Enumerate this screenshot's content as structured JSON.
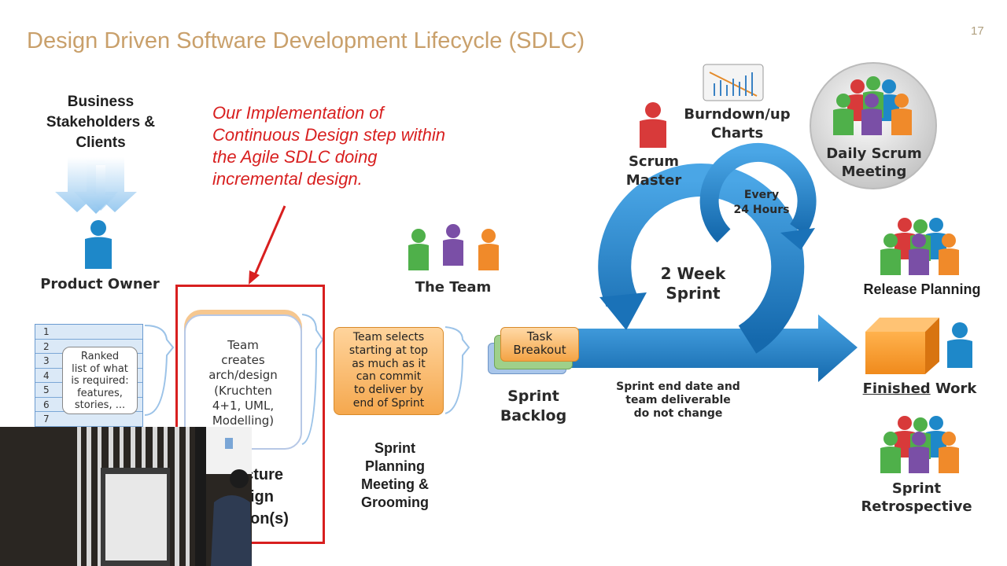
{
  "slide": {
    "title": "Design Driven Software Development Lifecycle (SDLC)",
    "page_number": "17"
  },
  "note": {
    "line1": "Our Implementation of",
    "line2": "Continuous Design step within",
    "line3": "the Agile SDLC doing",
    "line4": "incremental design."
  },
  "stakeholders": {
    "line1": "Business",
    "line2": "Stakeholders &",
    "line3": "Clients"
  },
  "product_owner": "Product Owner",
  "backlog": {
    "rows": [
      "1",
      "2",
      "3",
      "4",
      "5",
      "6",
      "7"
    ],
    "line1": "Ranked",
    "line2": "list of what",
    "line3": "is required:",
    "line4": "features,",
    "line5": "stories, ..."
  },
  "arch_card": {
    "line1": "Team",
    "line2": "creates",
    "line3": "arch/design",
    "line4": "(Kruchten",
    "line5": "4+1, UML,",
    "line6": "Modelling)"
  },
  "arch_label": {
    "line1": "ecture",
    "line2": "ign",
    "line3": "on(s)"
  },
  "team_selects": {
    "line1": "Team selects",
    "line2": "starting at top",
    "line3": "as much as it",
    "line4": "can commit",
    "line5": "to deliver by",
    "line6": "end of Sprint"
  },
  "the_team": "The Team",
  "sprint_planning": {
    "line1": "Sprint",
    "line2": "Planning",
    "line3": "Meeting &",
    "line4": "Grooming"
  },
  "task_breakout": {
    "line1": "Task",
    "line2": "Breakout"
  },
  "sprint_backlog": {
    "line1": "Sprint",
    "line2": "Backlog"
  },
  "sprint_end": {
    "line1": "Sprint end date and",
    "line2": "team deliverable",
    "line3": "do not change"
  },
  "scrum_master": {
    "line1": "Scrum",
    "line2": "Master"
  },
  "burndown": {
    "line1": "Burndown/up",
    "line2": "Charts"
  },
  "every24": {
    "line1": "Every",
    "line2": "24 Hours"
  },
  "sprint_cycle": {
    "line1": "2 Week",
    "line2": "Sprint"
  },
  "daily_scrum": {
    "line1": "Daily Scrum",
    "line2": "Meeting"
  },
  "release_planning": "Release Planning",
  "finished_work": {
    "word1": "Finished",
    "word2": "Work"
  },
  "retrospective": {
    "line1": "Sprint",
    "line2": "Retrospective"
  },
  "colors": {
    "title": "#c9a06b",
    "note_red": "#d81f1f",
    "arrow_blue": "#1f7fc4",
    "person_blue": "#1e88c9",
    "person_red": "#d83a3a",
    "person_green": "#4fb04a",
    "person_purple": "#7a4fa6",
    "person_orange": "#f08a2a"
  }
}
